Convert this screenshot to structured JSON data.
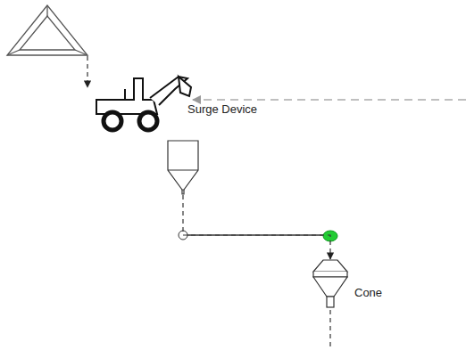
{
  "diagram": {
    "nodes": [
      {
        "text": [
          "Surge Device"
        ]
      },
      {
        "text": [
          "Cone"
        ]
      }
    ],
    "edges": [
      {
        "from": 0,
        "to": 1,
        "arrow": "to"
      }
    ]
  }
}
